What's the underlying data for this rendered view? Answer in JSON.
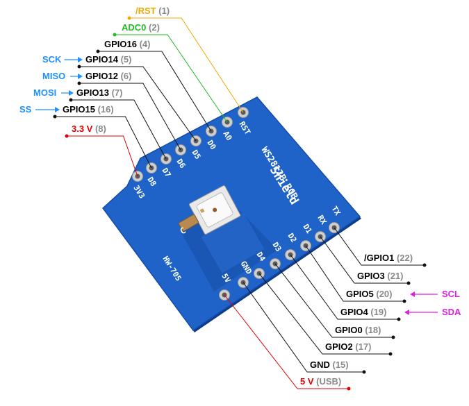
{
  "board": {
    "title": "WS2812B RGB",
    "subtitle": "Shield",
    "model": "HW-705",
    "cap_label": "C",
    "colors": {
      "pcb": "#1f63c8",
      "pcb_dark": "#1648a0",
      "pad": "#d8d8d8",
      "led": "#ffffff"
    }
  },
  "left_header_silk": [
    "RST",
    "A0",
    "D0",
    "D5",
    "D6",
    "D7",
    "D8",
    "3V3"
  ],
  "right_header_silk": [
    "TX",
    "RX",
    "D1",
    "D2",
    "D3",
    "D4",
    "GND",
    "5V"
  ],
  "left_pins": [
    {
      "name": "/RST",
      "num": "(1)",
      "color": "#f2a900"
    },
    {
      "name": "ADC0",
      "num": "(2)",
      "color": "#22bb22"
    },
    {
      "name": "GPIO16",
      "num": "(4)",
      "color": "#000000"
    },
    {
      "name": "GPIO14",
      "num": "(5)",
      "color": "#000000",
      "alt": "SCK",
      "alt_color": "#1e90ff"
    },
    {
      "name": "GPIO12",
      "num": "(6)",
      "color": "#000000",
      "alt": "MISO",
      "alt_color": "#1e90ff"
    },
    {
      "name": "GPIO13",
      "num": "(7)",
      "color": "#000000",
      "alt": "MOSI",
      "alt_color": "#1e90ff"
    },
    {
      "name": "GPIO15",
      "num": "(16)",
      "color": "#000000",
      "alt": "SS",
      "alt_color": "#1e90ff"
    },
    {
      "name": "3.3 V",
      "num": "(8)",
      "color": "#e00000"
    }
  ],
  "right_pins": [
    {
      "name": "/GPIO1",
      "num": "(22)",
      "color": "#000000"
    },
    {
      "name": "GPIO3",
      "num": "(21)",
      "color": "#000000"
    },
    {
      "name": "GPIO5",
      "num": "(20)",
      "color": "#000000",
      "alt": "SCL",
      "alt_color": "#e020e0"
    },
    {
      "name": "GPIO4",
      "num": "(19)",
      "color": "#000000",
      "alt": "SDA",
      "alt_color": "#e020e0"
    },
    {
      "name": "GPIO0",
      "num": "(18)",
      "color": "#000000"
    },
    {
      "name": "GPIO2",
      "num": "(17)",
      "color": "#000000"
    },
    {
      "name": "GND",
      "num": "(15)",
      "color": "#000000"
    },
    {
      "name": "5 V",
      "num": "(USB)",
      "color": "#e00000"
    }
  ]
}
